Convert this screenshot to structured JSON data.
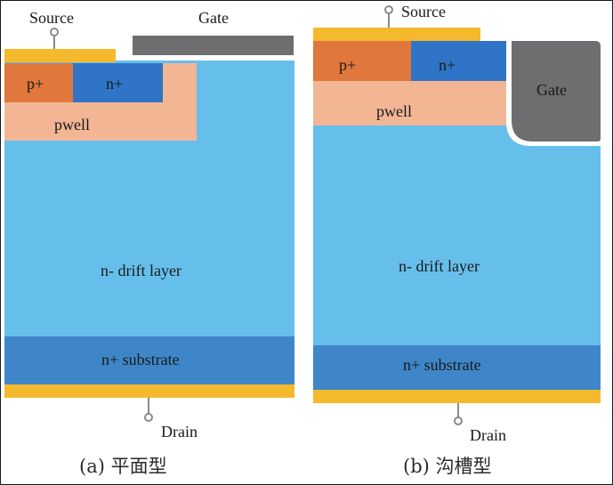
{
  "diagram_a": {
    "source_label": "Source",
    "gate_label": "Gate",
    "p_plus_label": "p+",
    "n_plus_label": "n+",
    "pwell_label": "pwell",
    "drift_label": "n- drift layer",
    "substrate_label": "n+ substrate",
    "drain_label": "Drain",
    "caption": "(a) 平面型"
  },
  "diagram_b": {
    "source_label": "Source",
    "gate_label": "Gate",
    "p_plus_label": "p+",
    "n_plus_label": "n+",
    "pwell_label": "pwell",
    "drift_label": "n- drift layer",
    "substrate_label": "n+ substrate",
    "drain_label": "Drain",
    "caption": "(b) 沟槽型"
  },
  "colors": {
    "drift": "#66bfeb",
    "substrate": "#3f86c8",
    "metal": "#f4b92d",
    "p_plus": "#e0773c",
    "n_plus": "#2f74c6",
    "pwell": "#f2b695",
    "gate": "#6e6e70",
    "terminal": "#8a8a8a"
  }
}
